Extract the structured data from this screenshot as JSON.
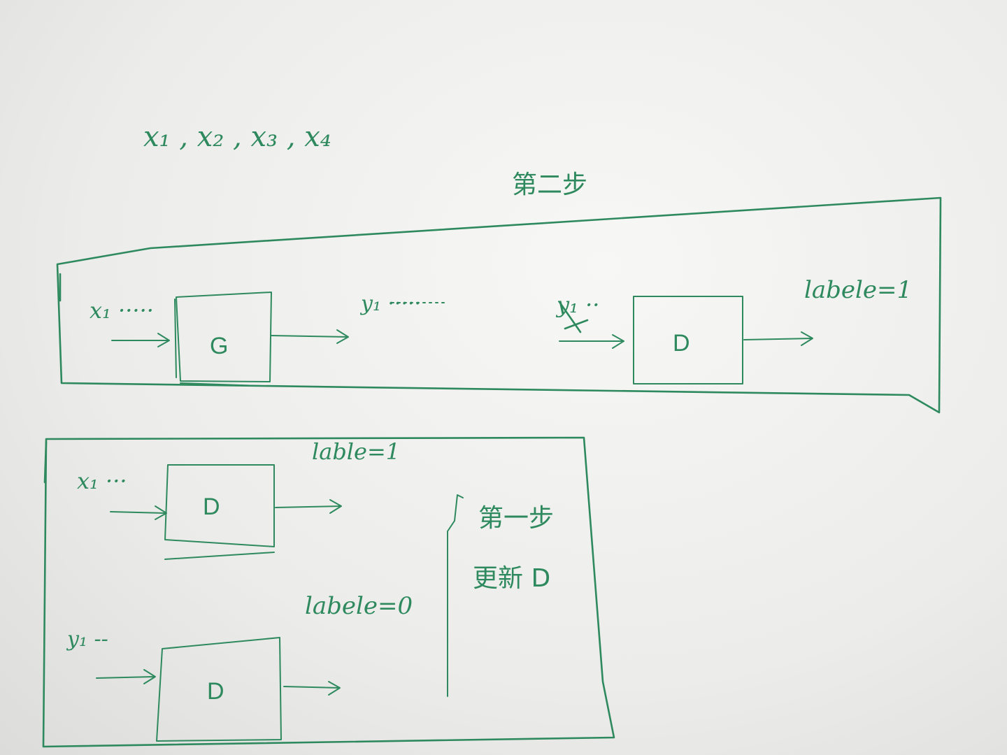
{
  "header": {
    "variables": "x₁ , x₂ , x₃ , x₄"
  },
  "step_two": {
    "title": "第二步",
    "input_label": "x₁ ·····",
    "generator_label": "G",
    "generated_label": "y₁ ·····",
    "disc_input_label": "y₁ ··",
    "discriminator_label": "D",
    "output_label": "labele=1"
  },
  "step_one": {
    "title_line1": "第一步",
    "title_line2": "更新 D",
    "real": {
      "input_label": "x₁ ···",
      "discriminator_label": "D",
      "output_label": "lable=1"
    },
    "fake": {
      "input_label": "y₁ --",
      "discriminator_label": "D",
      "output_label": "labele=0"
    }
  },
  "colors": {
    "ink": "#2e8a5e",
    "paper": "#f4f4f2"
  }
}
